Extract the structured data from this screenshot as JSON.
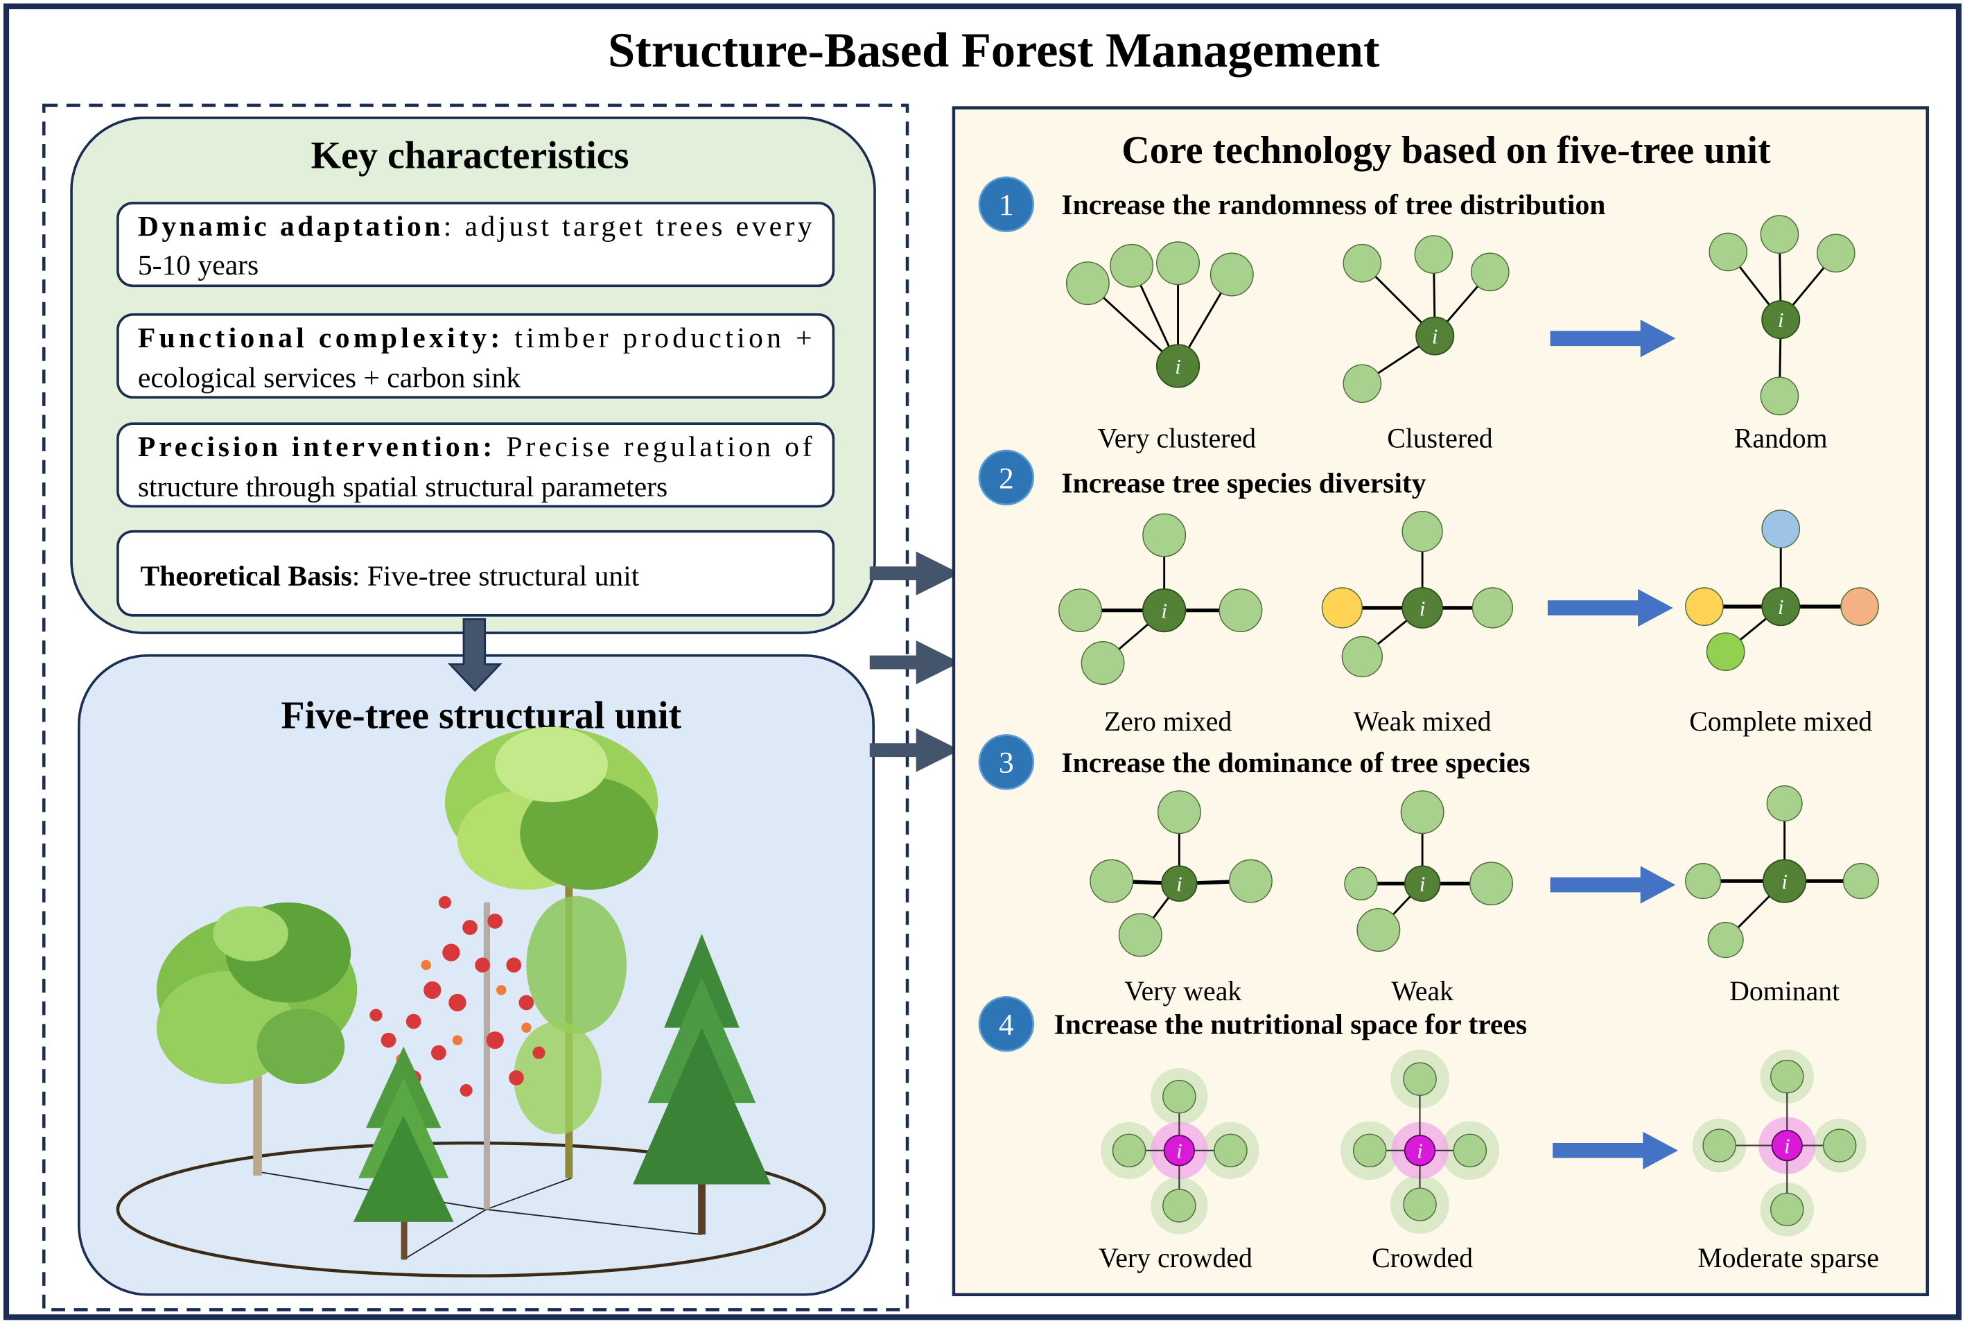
{
  "title": "Structure-Based Forest Management",
  "colors": {
    "frame": "#1b2d52",
    "key_panel_bg": "#e2efda",
    "unit_panel_bg": "#dde9f6",
    "core_panel_bg": "#fdf8ea",
    "connector_arrow": "#44546a",
    "step_arrow": "#4472c4",
    "number_badge": "#2e75b6",
    "neighbor_tree": "#a9d18e",
    "reference_tree": "#538135",
    "reference_tree_crowding": "#d91ad9",
    "crowding_halo_reference": "#f0a8e8",
    "crowding_halo_neighbor": "#d6e6c3",
    "species_yellow": "#ffd455",
    "species_blue": "#9dc3e6",
    "species_orange": "#f4b183",
    "species_lime": "#92d050"
  },
  "key_characteristics": {
    "heading": "Key characteristics",
    "items": [
      {
        "term": "Dynamic adaptation",
        "sep": ":",
        "lines": [
          "adjust target trees every",
          "5-10 years"
        ]
      },
      {
        "term": "Functional complexity:",
        "sep": "",
        "lines": [
          "timber production +",
          "ecological services + carbon sink"
        ]
      },
      {
        "term": "Precision intervention:",
        "sep": "",
        "lines": [
          "Precise regulation of",
          "structure through spatial structural parameters"
        ]
      },
      {
        "term": "Theoretical Basis",
        "sep": ":",
        "lines": [
          "Five-tree structural unit"
        ]
      }
    ]
  },
  "five_tree_unit": {
    "heading": "Five-tree structural unit",
    "trees": [
      "broadleaf-tree",
      "flowering-red-tree",
      "tall-palm-like-tree",
      "small-conifer",
      "large-conifer"
    ]
  },
  "core_technology": {
    "heading": "Core technology based on five-tree unit",
    "center_label": "i",
    "sections": [
      {
        "number": "1",
        "title": "Increase the randomness of tree distribution",
        "states": [
          {
            "label": "Very clustered",
            "kind": "uniform"
          },
          {
            "label": "Clustered",
            "kind": "uniform"
          },
          {
            "label": "Random",
            "kind": "uniform"
          }
        ]
      },
      {
        "number": "2",
        "title": "Increase tree species diversity",
        "states": [
          {
            "label": "Zero mixed",
            "neighbor_species": [
              "same",
              "same",
              "same",
              "same"
            ]
          },
          {
            "label": "Weak mixed",
            "neighbor_species": [
              "same",
              "yellow",
              "same",
              "same"
            ]
          },
          {
            "label": "Complete mixed",
            "neighbor_species": [
              "blue",
              "yellow",
              "orange",
              "lime"
            ]
          }
        ]
      },
      {
        "number": "3",
        "title": "Increase the dominance of tree species",
        "states": [
          {
            "label": "Very weak",
            "relative_size": "reference smaller than neighbors"
          },
          {
            "label": "Weak",
            "relative_size": "reference similar to neighbors"
          },
          {
            "label": "Dominant",
            "relative_size": "reference larger than neighbors"
          }
        ]
      },
      {
        "number": "4",
        "title": "Increase the nutritional space for trees",
        "states": [
          {
            "label": "Very crowded",
            "crown_overlap": "high"
          },
          {
            "label": "Crowded",
            "crown_overlap": "medium"
          },
          {
            "label": "Moderate sparse",
            "crown_overlap": "low"
          }
        ]
      }
    ]
  }
}
